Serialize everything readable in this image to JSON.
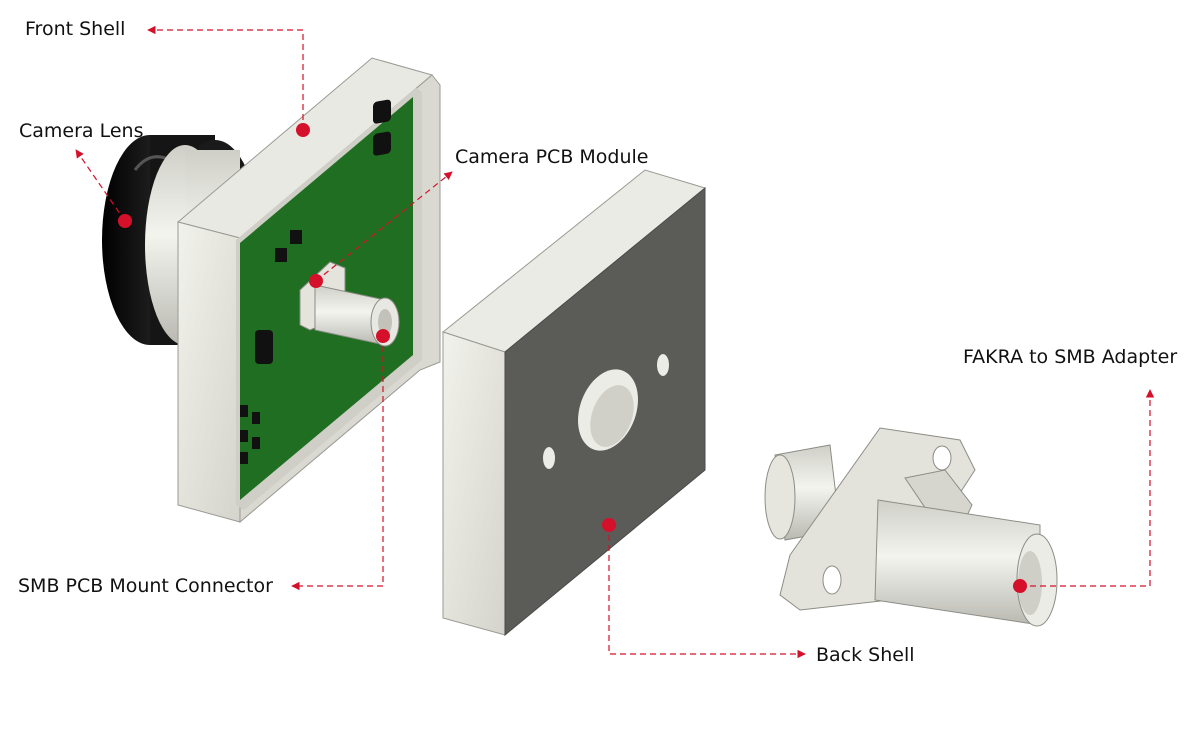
{
  "labels": {
    "front_shell": "Front Shell",
    "camera_lens": "Camera Lens",
    "camera_pcb_module": "Camera PCB Module",
    "smb_pcb_mount_connector": "SMB PCB Mount Connector",
    "back_shell": "Back Shell",
    "fakra_to_smb_adapter": "FAKRA to SMB Adapter"
  },
  "colors": {
    "callout": "#d5102a",
    "pcb_green": "#1f6e21",
    "shell_light": "#e6e6df",
    "shell_dark": "#5b5c58",
    "lens_black": "#111111"
  }
}
